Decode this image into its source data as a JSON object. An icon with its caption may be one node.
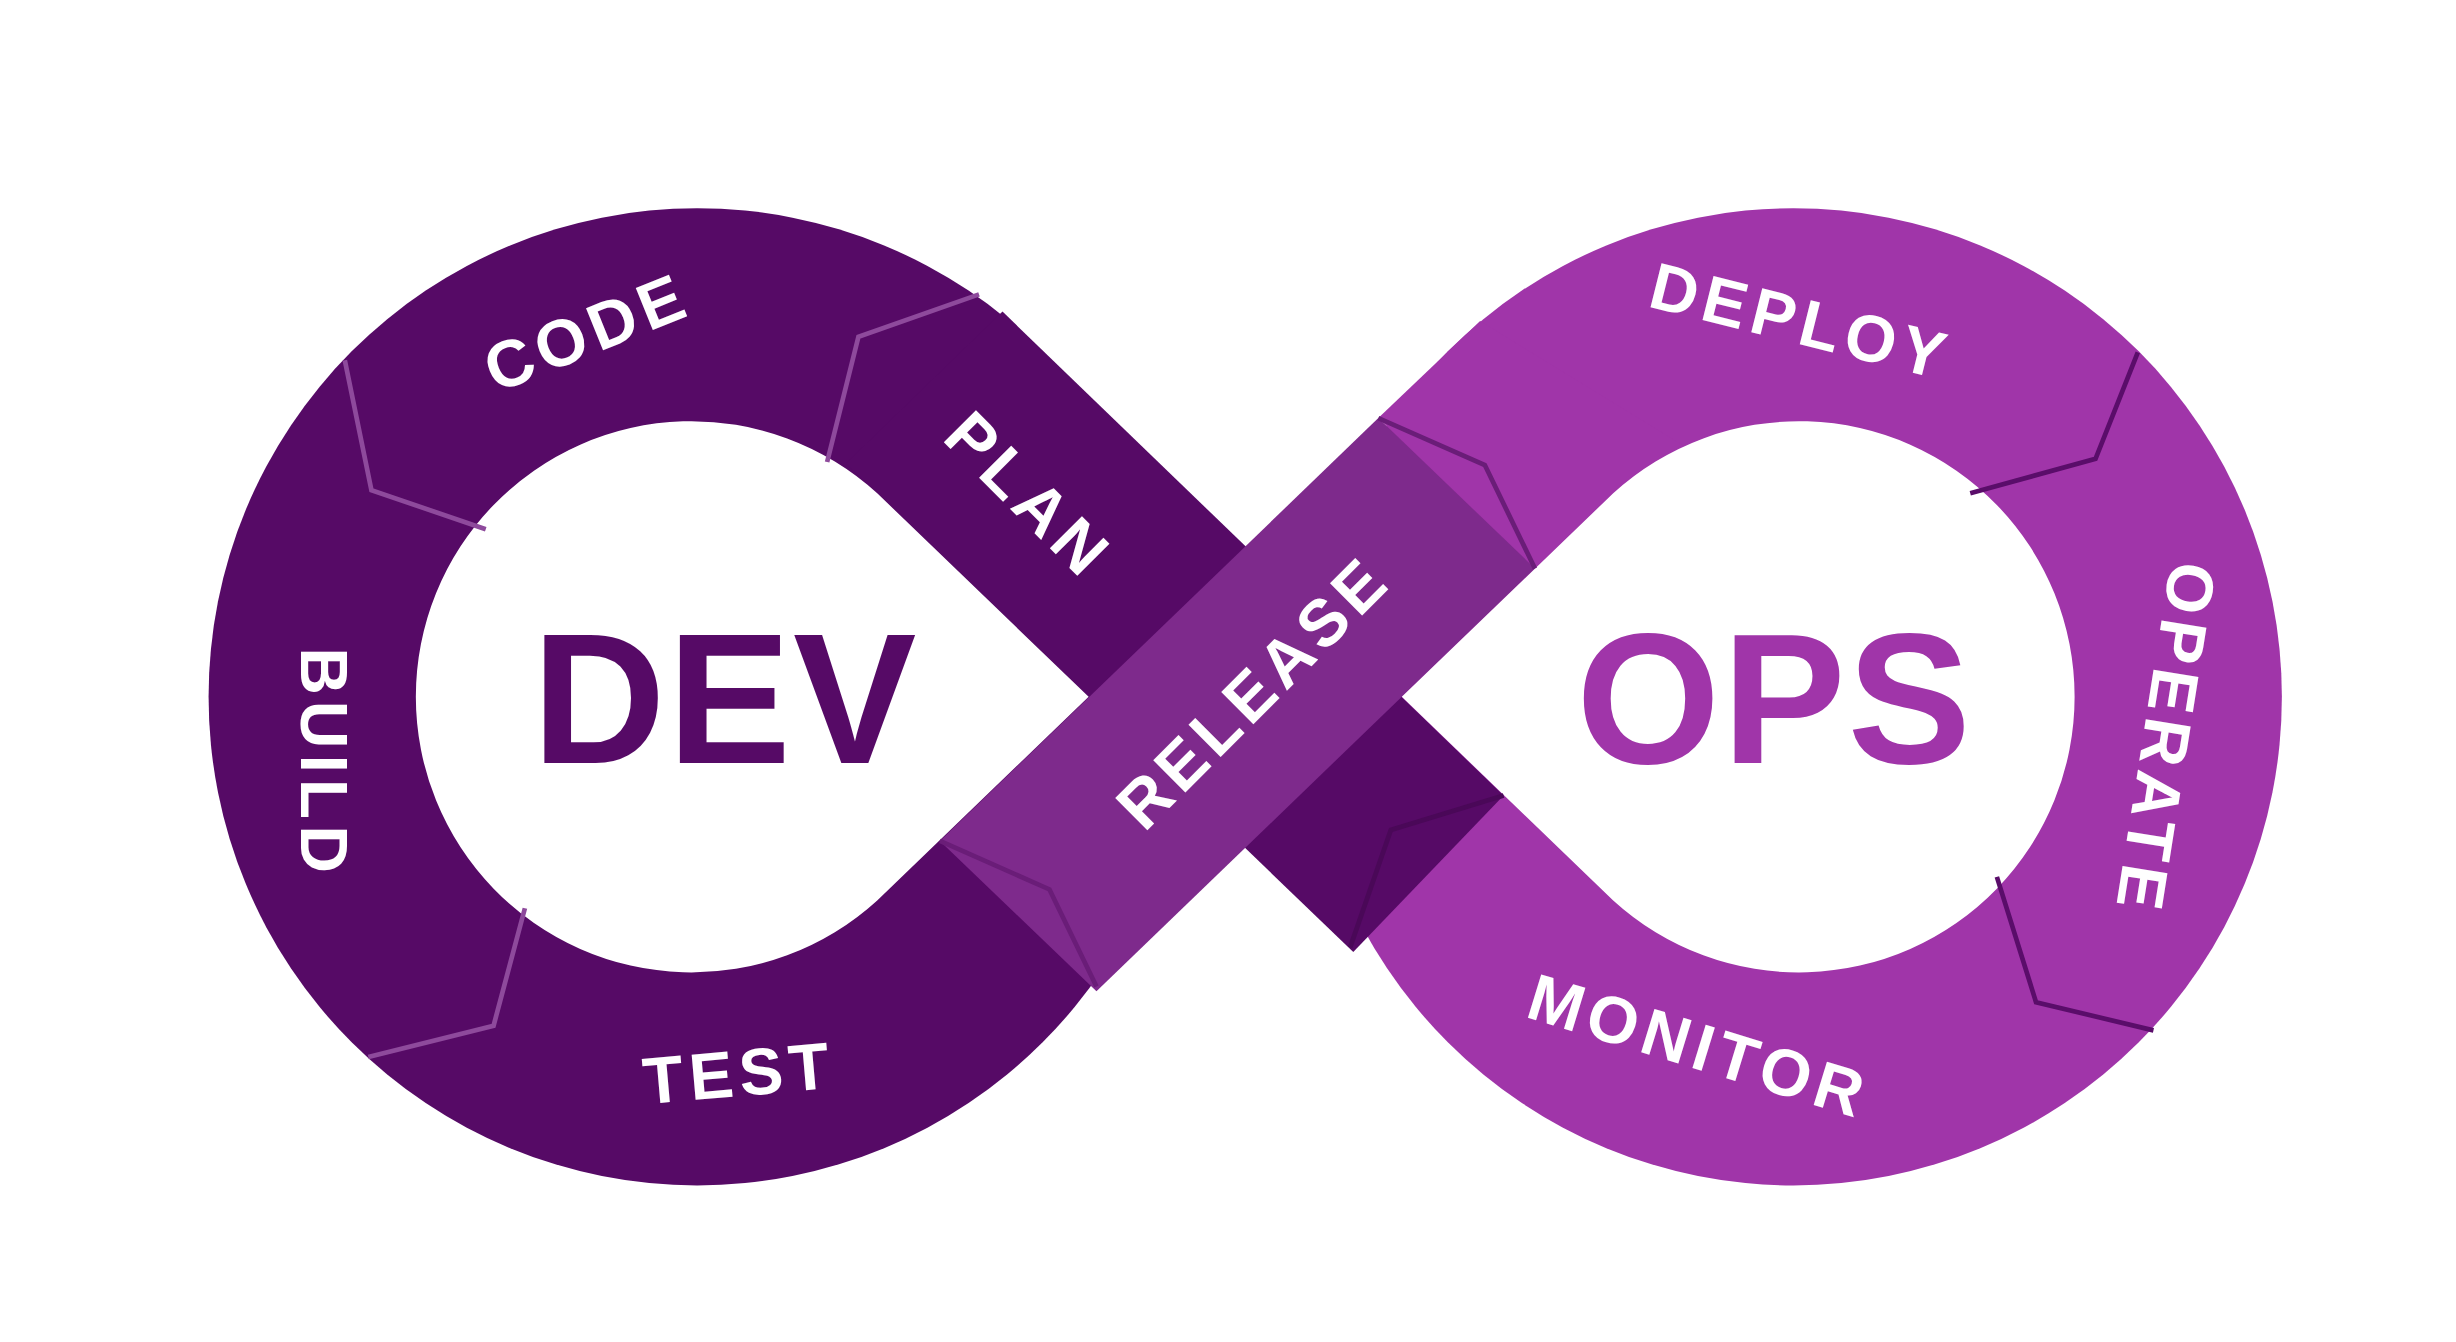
{
  "diagram": {
    "nodes": [
      {
        "text": [
          "CODE"
        ]
      },
      {
        "text": [
          "DEPLOY"
        ]
      },
      {
        "text": [
          "PLAN"
        ]
      },
      {
        "text": [
          "BUILD"
        ]
      },
      {
        "text": [
          "DEV"
        ]
      },
      {
        "text": [
          "RELEASE"
        ]
      },
      {
        "text": [
          "OPS"
        ]
      },
      {
        "text": [
          "OPERATE"
        ]
      },
      {
        "text": [
          "TEST"
        ]
      },
      {
        "text": [
          "MONITOR"
        ]
      }
    ]
  }
}
